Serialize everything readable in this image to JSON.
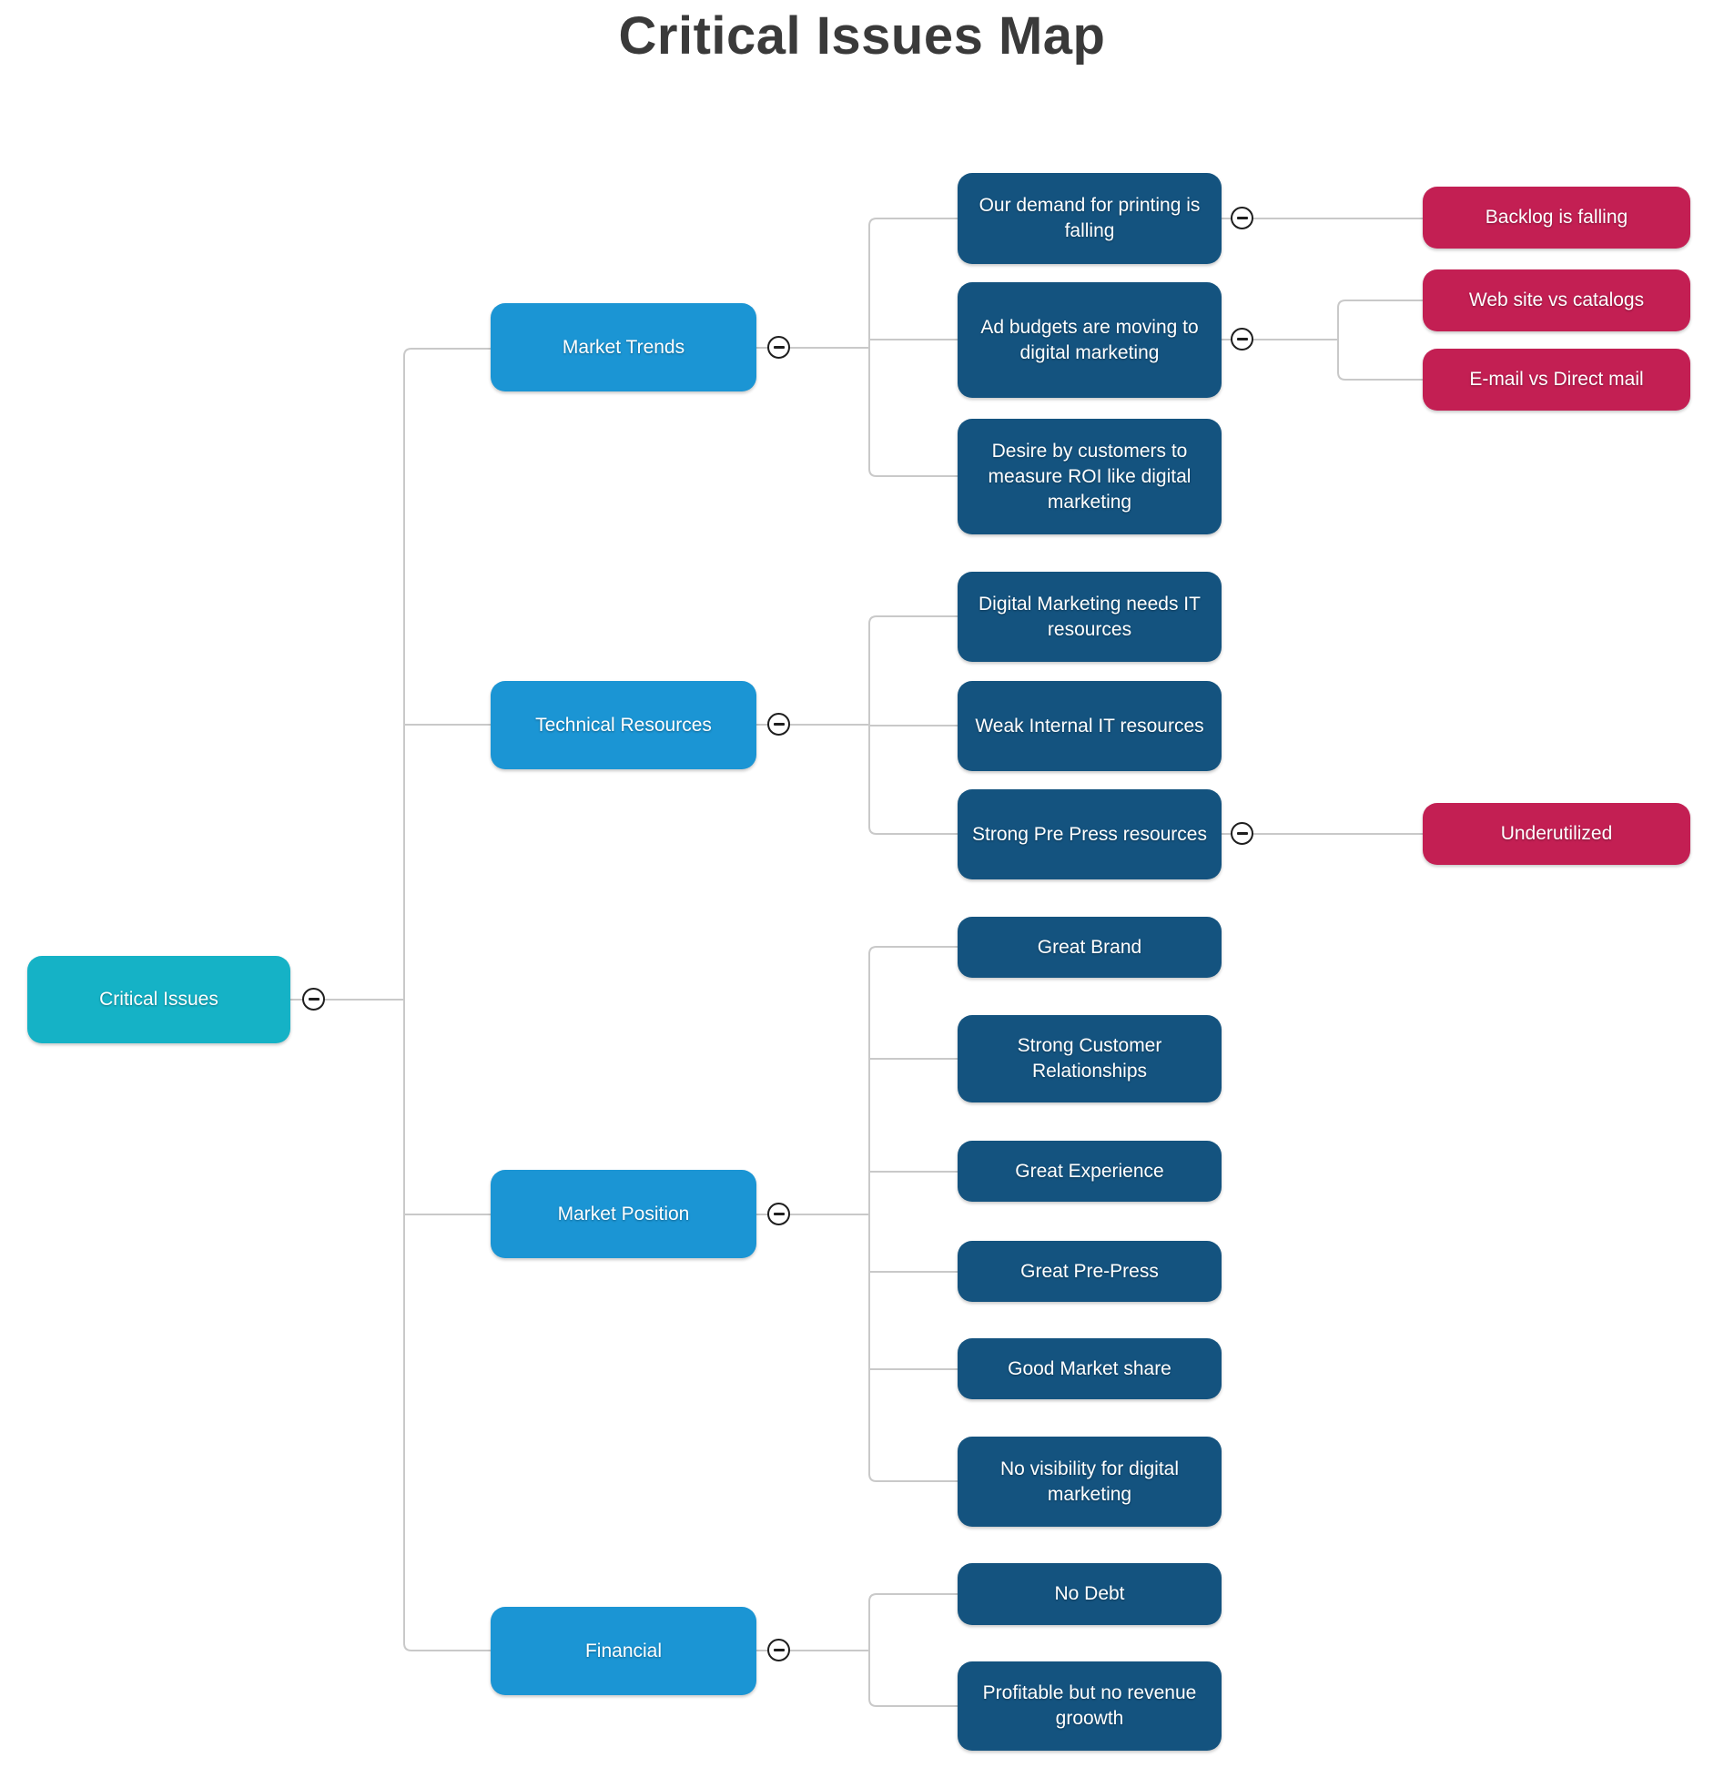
{
  "title": "Critical Issues Map",
  "root": {
    "label": "Critical Issues"
  },
  "branches": [
    {
      "label": "Market Trends",
      "children": [
        {
          "label": "Our demand for printing is falling",
          "children": [
            {
              "label": "Backlog is falling"
            }
          ]
        },
        {
          "label": "Ad budgets are moving to digital marketing",
          "children": [
            {
              "label": "Web site vs catalogs"
            },
            {
              "label": "E-mail vs Direct mail"
            }
          ]
        },
        {
          "label": "Desire by customers to measure ROI like digital marketing",
          "children": []
        }
      ]
    },
    {
      "label": "Technical Resources",
      "children": [
        {
          "label": "Digital Marketing needs IT resources",
          "children": []
        },
        {
          "label": "Weak Internal IT resources",
          "children": []
        },
        {
          "label": "Strong Pre Press resources",
          "children": [
            {
              "label": "Underutilized"
            }
          ]
        }
      ]
    },
    {
      "label": "Market Position",
      "children": [
        {
          "label": "Great Brand",
          "children": []
        },
        {
          "label": "Strong Customer Relationships",
          "children": []
        },
        {
          "label": "Great Experience",
          "children": []
        },
        {
          "label": "Great Pre-Press",
          "children": []
        },
        {
          "label": "Good Market share",
          "children": []
        },
        {
          "label": "No visibility for digital marketing",
          "children": []
        }
      ]
    },
    {
      "label": "Financial",
      "children": [
        {
          "label": "No Debt",
          "children": []
        },
        {
          "label": "Profitable but no revenue groowth",
          "children": []
        }
      ]
    }
  ],
  "icons": {
    "collapse": "minus-circle"
  },
  "colors": {
    "root": "#15b2c6",
    "branch": "#1b95d4",
    "sub": "#14537f",
    "detail": "#c31f53",
    "connector": "#c9c9c9",
    "title_text": "#3a3a3a"
  }
}
